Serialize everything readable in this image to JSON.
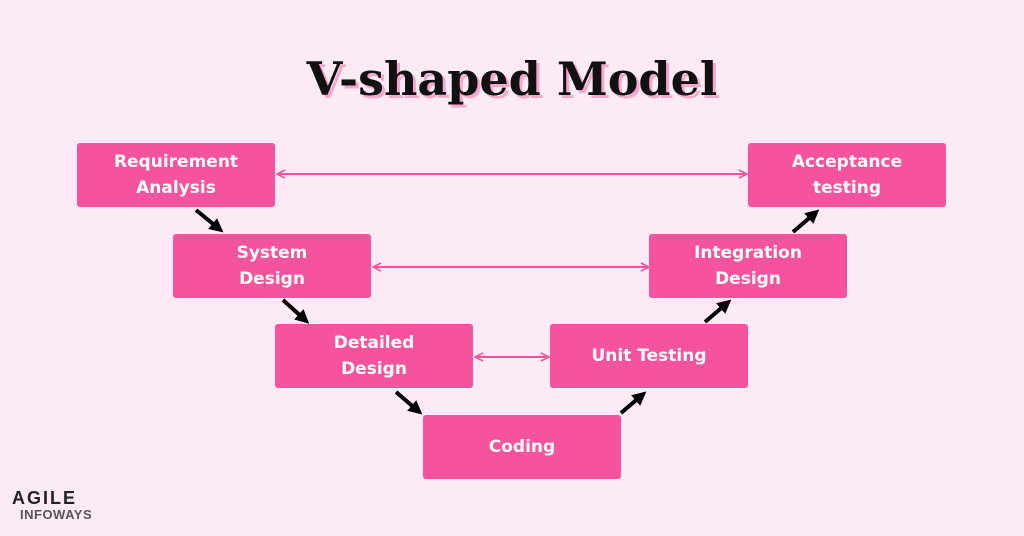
{
  "title": "V-shaped Model",
  "colors": {
    "background": "#FCEAF6",
    "box": "#F5539D",
    "connector": "#F5539D",
    "flow_arrow": "#000000"
  },
  "phases": {
    "requirement": "Requirement\nAnalysis",
    "system": "System\nDesign",
    "detailed": "Detailed\nDesign",
    "coding": "Coding",
    "unit": "Unit Testing",
    "integration": "Integration\nDesign",
    "acceptance": "Acceptance\ntesting"
  },
  "links": [
    {
      "from": "requirement",
      "to": "acceptance"
    },
    {
      "from": "system",
      "to": "integration"
    },
    {
      "from": "detailed",
      "to": "unit"
    }
  ],
  "flow": [
    "requirement",
    "system",
    "detailed",
    "coding",
    "unit",
    "integration",
    "acceptance"
  ],
  "logo": {
    "line1": "AGILE",
    "line2": "INFOWAYS"
  }
}
